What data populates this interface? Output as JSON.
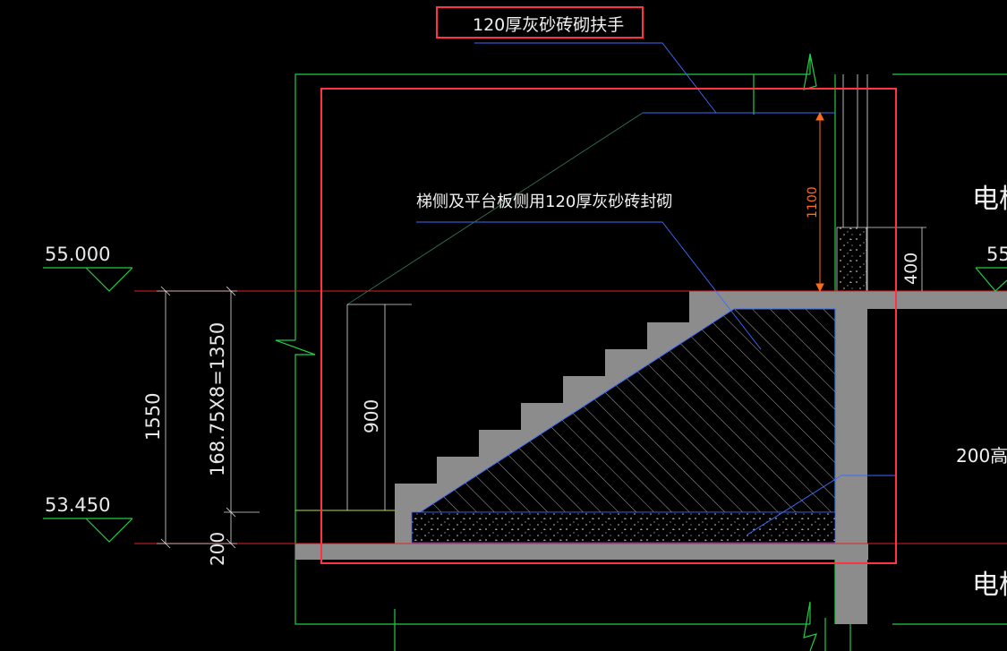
{
  "annotations": {
    "handrail": "120厚灰砂砖砌扶手",
    "stair_side_seal": "梯侧及平台板侧用120厚灰砂砖封砌",
    "elevator_top": "电梯",
    "elevator_bottom": "电梯",
    "height_200_partial": "200高"
  },
  "levels": {
    "upper": "55.000",
    "upper_right_partial": "55",
    "lower": "53.450"
  },
  "dimensions": {
    "total_height": "1550",
    "riser_formula": "168.75X8=1350",
    "slab_thickness": "200",
    "rail_height": "900",
    "handrail_height": "1100",
    "wall_height": "400"
  },
  "colors": {
    "background": "#000000",
    "concrete": "#8c8c8c",
    "outline_green": "#22cc44",
    "guide_blue": "#3d6cff",
    "level_red": "#e02020",
    "highlight_box": "#ff3344",
    "dim_orange": "#ff6a1a"
  }
}
